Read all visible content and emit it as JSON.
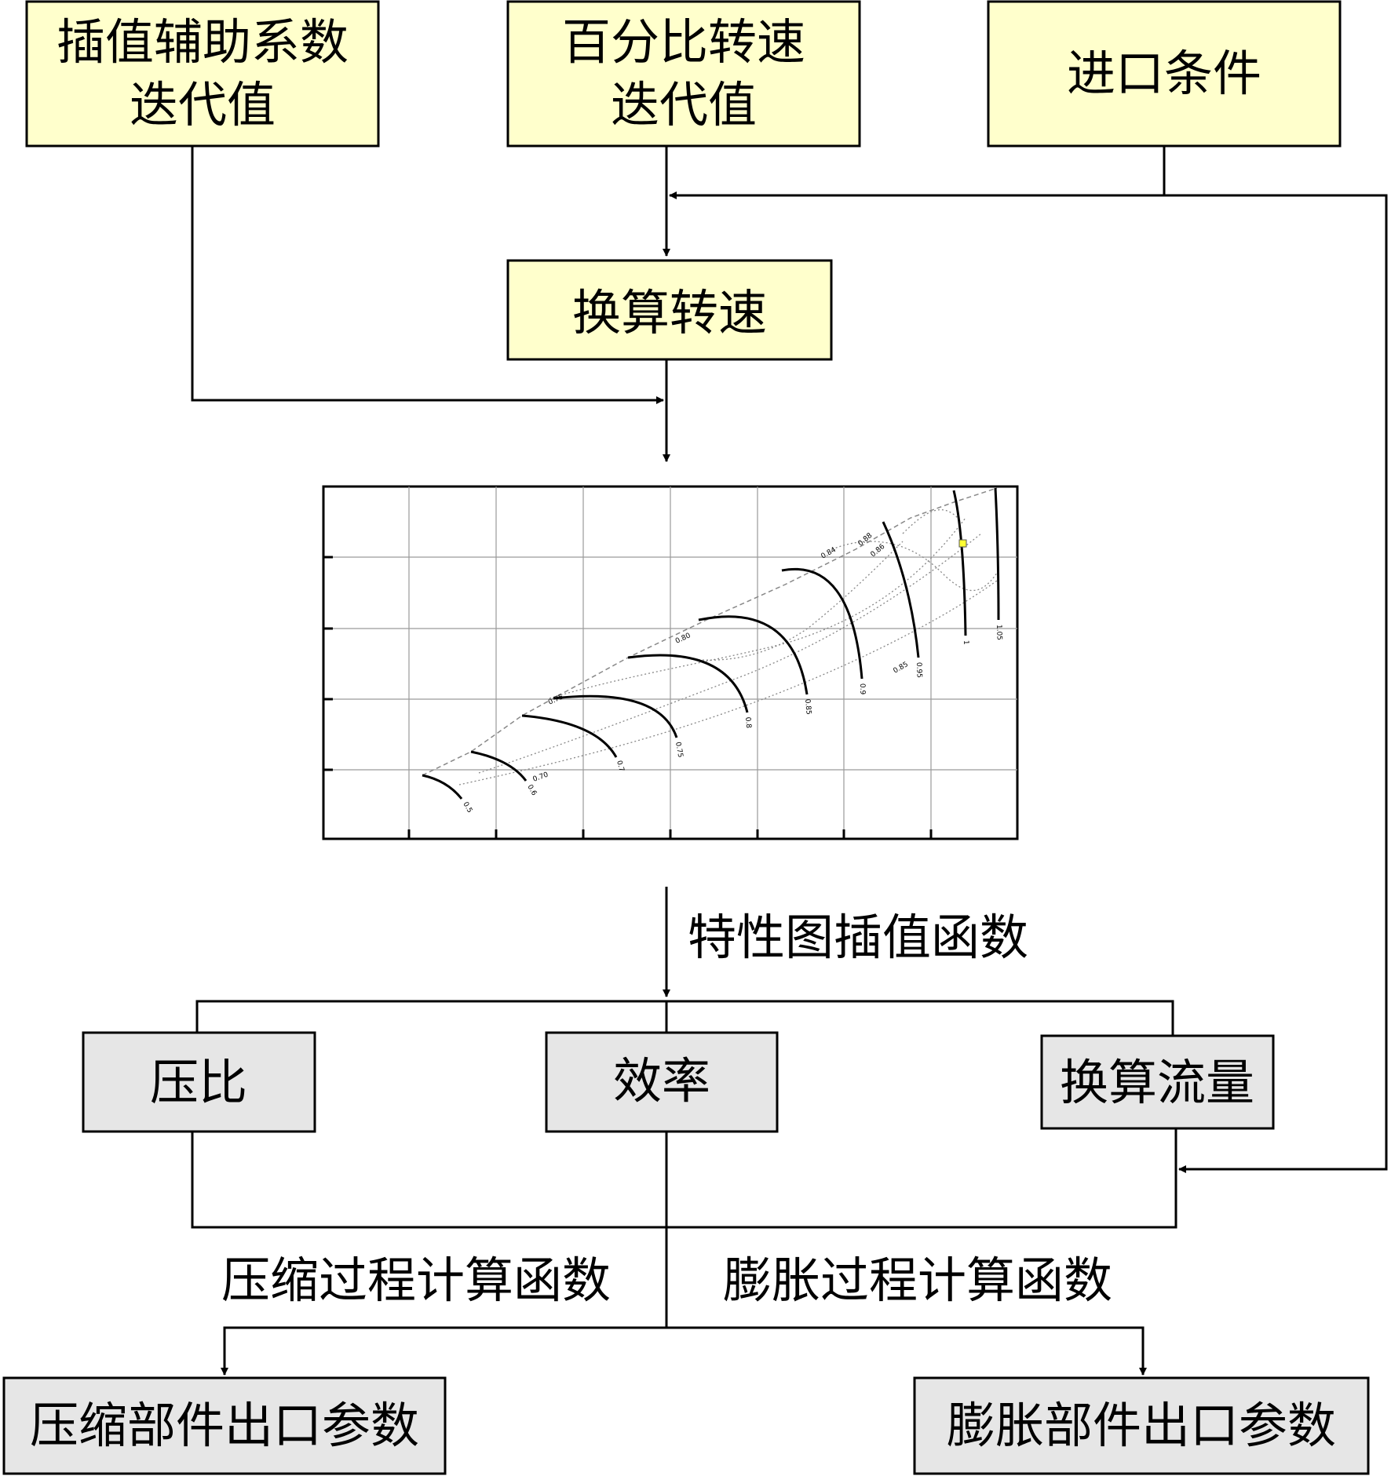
{
  "colors": {
    "input_box_fill": "#FFFFCC",
    "output_box_fill": "#E6E6E6",
    "stroke": "#000000",
    "grid": "#9A9A9A",
    "marker": "#FFFF33"
  },
  "boxes": {
    "interp_coeff": {
      "line1": "插值辅助系数",
      "line2": "迭代值"
    },
    "speed_pct": {
      "line1": "百分比转速",
      "line2": "迭代值"
    },
    "inlet": {
      "label": "进口条件"
    },
    "corr_speed": {
      "label": "换算转速"
    },
    "pressure_ratio": {
      "label": "压比"
    },
    "efficiency": {
      "label": "效率"
    },
    "corr_flow": {
      "label": "换算流量"
    },
    "comp_out": {
      "label": "压缩部件出口参数"
    },
    "exp_out": {
      "label": "膨胀部件出口参数"
    }
  },
  "labels": {
    "map_interp": "特性图插值函数",
    "comp_calc": "压缩过程计算函数",
    "exp_calc": "膨胀过程计算函数"
  },
  "chart_data": {
    "type": "line",
    "speed_line_labels": [
      "0.5",
      "0.6",
      "0.7",
      "0.75",
      "0.8",
      "0.85",
      "0.9",
      "0.95",
      "1",
      "1.05"
    ],
    "efficiency_contour_labels": [
      "0.70",
      "0.75",
      "0.80",
      "0.84",
      "0.85",
      "0.86",
      "0.88"
    ]
  }
}
